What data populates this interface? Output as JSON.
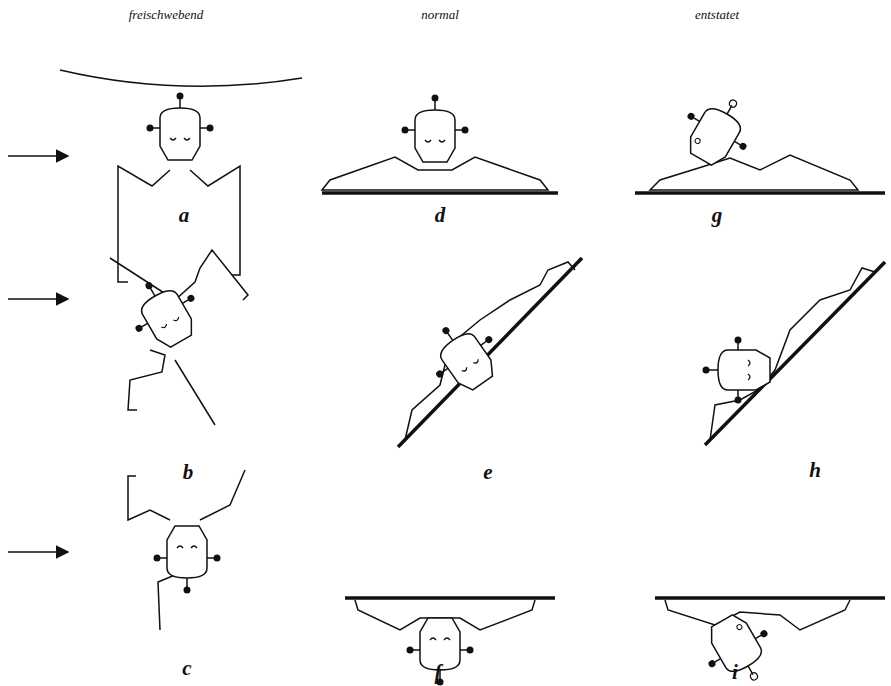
{
  "diagram": {
    "labels": [
      "freischwebend",
      "normal",
      "entstatet",
      "a",
      "d",
      "g",
      "b",
      "e",
      "h",
      "c",
      "f",
      "i"
    ]
  }
}
